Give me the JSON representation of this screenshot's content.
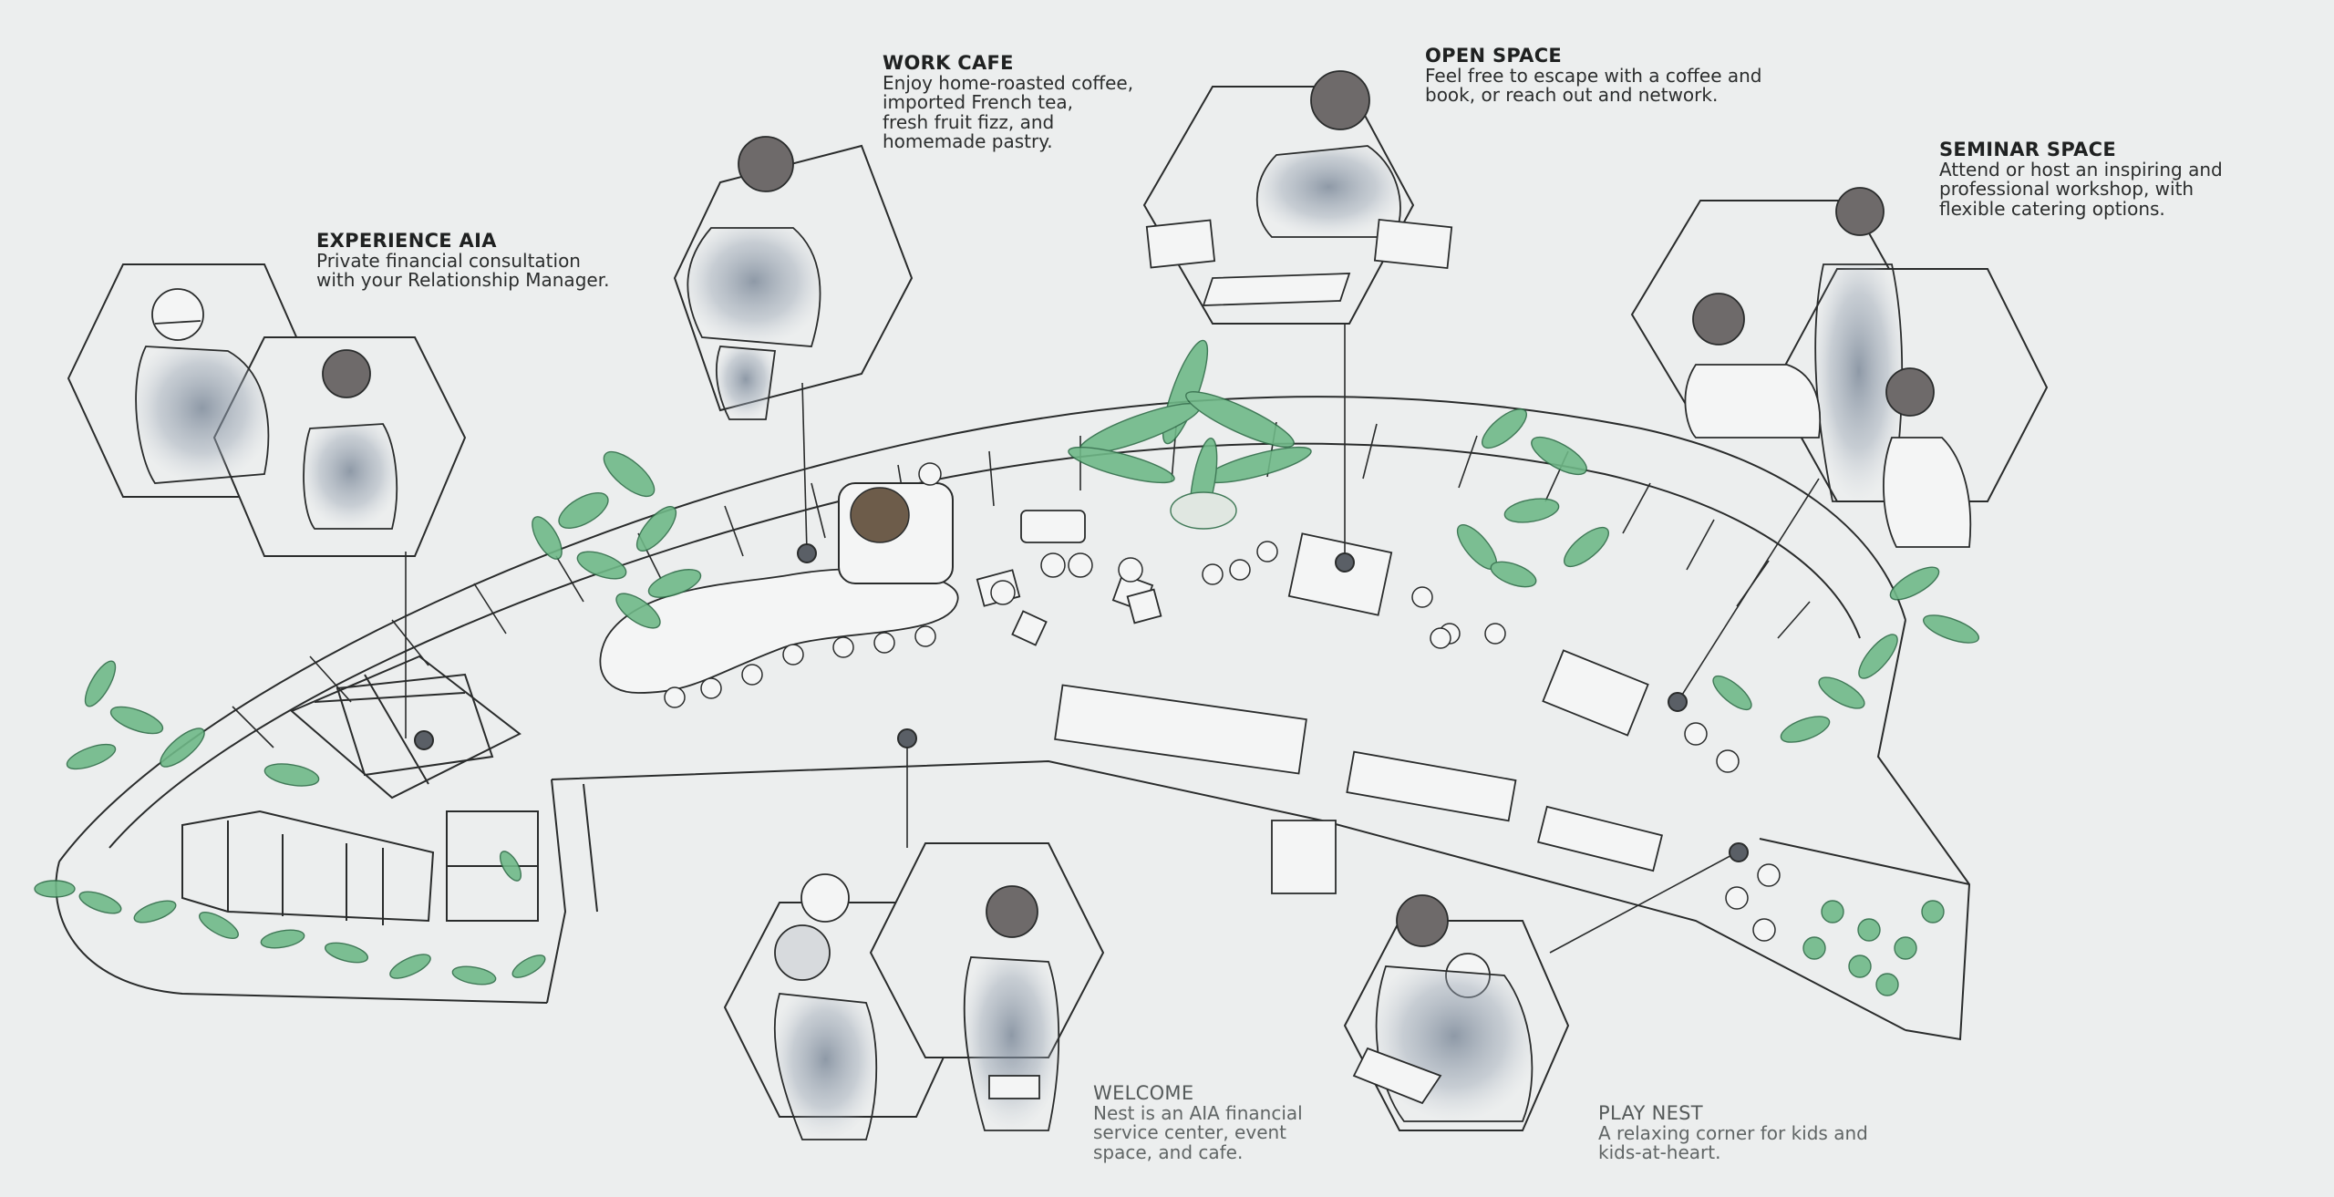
{
  "palette": {
    "background": "#eceeee",
    "ink": "#2a2c2c",
    "leaf": "#3a8a5c",
    "leaf_light": "#7fc497",
    "watercolor": "#8a96a6"
  },
  "sections": {
    "experience_aia": {
      "title": "EXPERIENCE AIA",
      "description": "Private financial consultation\nwith your Relationship Manager."
    },
    "work_cafe": {
      "title": "WORK CAFE",
      "description": "Enjoy home-roasted coffee,\nimported French tea,\nfresh fruit fizz, and\nhomemade pastry."
    },
    "open_space": {
      "title": "OPEN SPACE",
      "description": "Feel free to escape with a coffee and\nbook, or reach out and network."
    },
    "seminar_space": {
      "title": "SEMINAR SPACE",
      "description": "Attend or host an inspiring and\nprofessional workshop, with\nflexible catering options."
    },
    "welcome": {
      "title": "WELCOME",
      "description": "Nest is an AIA financial\nservice center, event\nspace, and cafe."
    },
    "play_nest": {
      "title": "PLAY NEST",
      "description": "A relaxing corner for kids and\nkids-at-heart."
    }
  }
}
